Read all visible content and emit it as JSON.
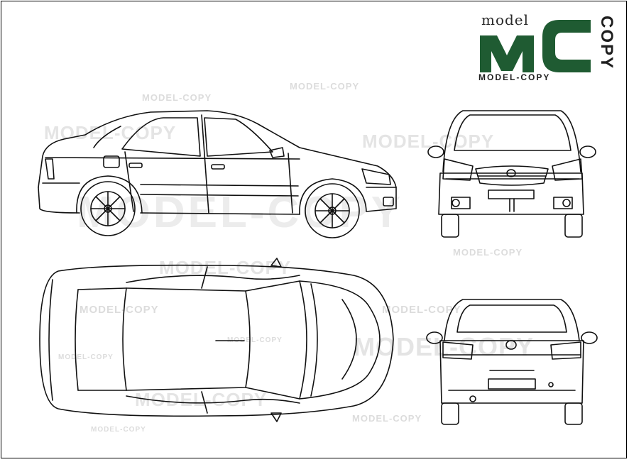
{
  "logo": {
    "top_text": "model",
    "vertical_text": "COPY",
    "bottom_text": "MODEL-COPY",
    "brand_color": "#1f5b32"
  },
  "watermarks": {
    "small": "MODEL-COPY",
    "large": "MODEL-COPY",
    "huge": "MODEL-COPY"
  },
  "colors": {
    "line": "#111111",
    "watermark": "#dcdcdc",
    "background": "#ffffff"
  }
}
